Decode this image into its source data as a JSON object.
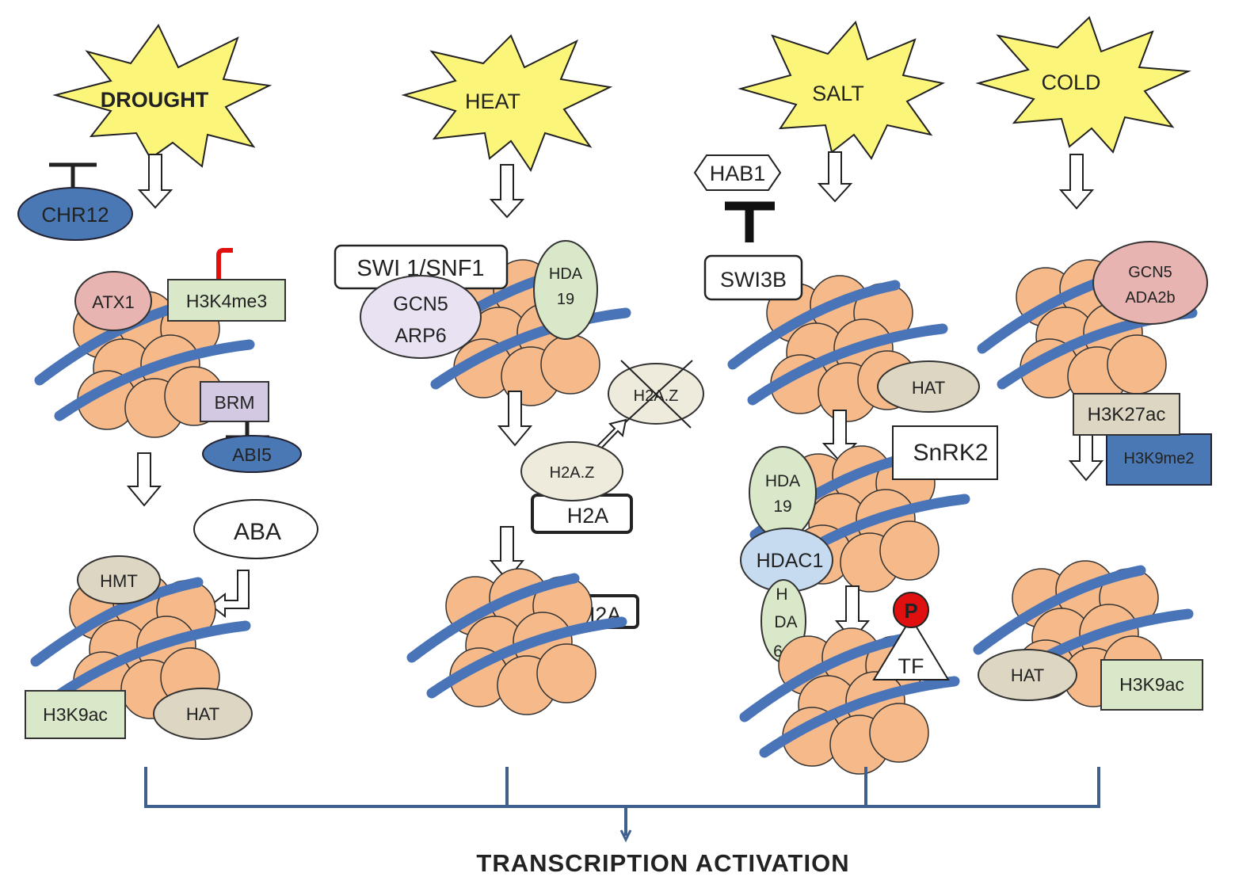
{
  "stresses": {
    "drought": "DROUGHT",
    "heat": "HEAT",
    "salt": "SALT",
    "cold": "COLD"
  },
  "drought": {
    "chr12": "CHR12",
    "atx1": "ATX1",
    "h3k4me3": "H3K4me3",
    "brm": "BRM",
    "abi5": "ABI5",
    "aba": "ABA",
    "hmt": "HMT",
    "h3k9ac": "H3K9ac",
    "hat": "HAT"
  },
  "heat": {
    "swi_snf": "SWI 1/SNF1",
    "gcn5": "GCN5",
    "arp6": "ARP6",
    "hda19_a": "HDA",
    "hda19_b": "19",
    "h2az_crossed": "H2A.Z",
    "h2az": "H2A.Z",
    "h2a": "H2A",
    "h2a_final": "H2A"
  },
  "salt": {
    "hab1": "HAB1",
    "swi3b": "SWI3B",
    "hat": "HAT",
    "snrk2": "SnRK2",
    "hda19_a": "HDA",
    "hda19_b": "19",
    "hdac1": "HDAC1",
    "hda6_a": "H",
    "hda6_b": "DA",
    "hda6_c": "6",
    "p": "P",
    "tf": "TF"
  },
  "cold": {
    "gcn5": "GCN5",
    "ada2b": "ADA2b",
    "h3k27ac": "H3K27ac",
    "h3k9me2": "H3K9me2",
    "hat": "HAT",
    "h3k9ac": "H3K9ac"
  },
  "outcome": "TRANSCRIPTION ACTIVATION",
  "colors": {
    "burst": "#fbf57a",
    "histone": "#f5b98a",
    "dna": "#4a74b8",
    "blue_node": "#4a78b4",
    "pink_node": "#e8b4b2",
    "green_box": "#d9e8c8",
    "tan_node": "#ddd6c3",
    "lavender": "#e8e2f2",
    "purple_box": "#d4c9e2",
    "light_blue": "#c6dbf0",
    "bracket": "#3f5f8f",
    "red": "#e01010"
  }
}
